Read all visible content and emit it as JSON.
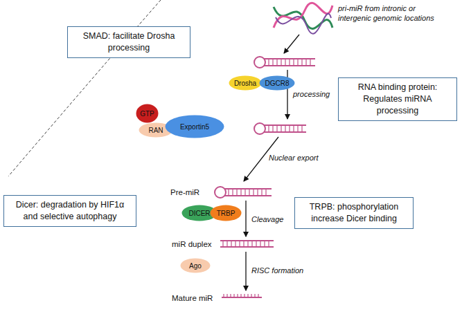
{
  "diagram": {
    "nodes": [
      {
        "text": [
          "SMAD: facilitate Drosha processing"
        ]
      },
      {
        "text": [
          "RNA binding protein: Regulates miRNA processing"
        ]
      },
      {
        "text": [
          "Drosha"
        ]
      },
      {
        "text": [
          "DGCR8"
        ]
      },
      {
        "text": [
          "GTP"
        ]
      },
      {
        "text": [
          "RAN"
        ]
      },
      {
        "text": [
          "Exportin5"
        ]
      },
      {
        "text": [
          "Dicer: degradation by HIF1α and selective autophagy"
        ]
      },
      {
        "text": [
          "TRPB: phosphorylation increase Dicer binding"
        ]
      },
      {
        "text": [
          "DICER"
        ]
      },
      {
        "text": [
          "TRBP"
        ]
      },
      {
        "text": [
          "Ago"
        ]
      }
    ],
    "labels": [
      "pri-miR from intronic or intergenic genomic locations",
      "processing",
      "Nuclear export",
      "Pre-miR",
      "Cleavage",
      "miR duplex",
      "RISC formation",
      "Mature miR"
    ]
  }
}
